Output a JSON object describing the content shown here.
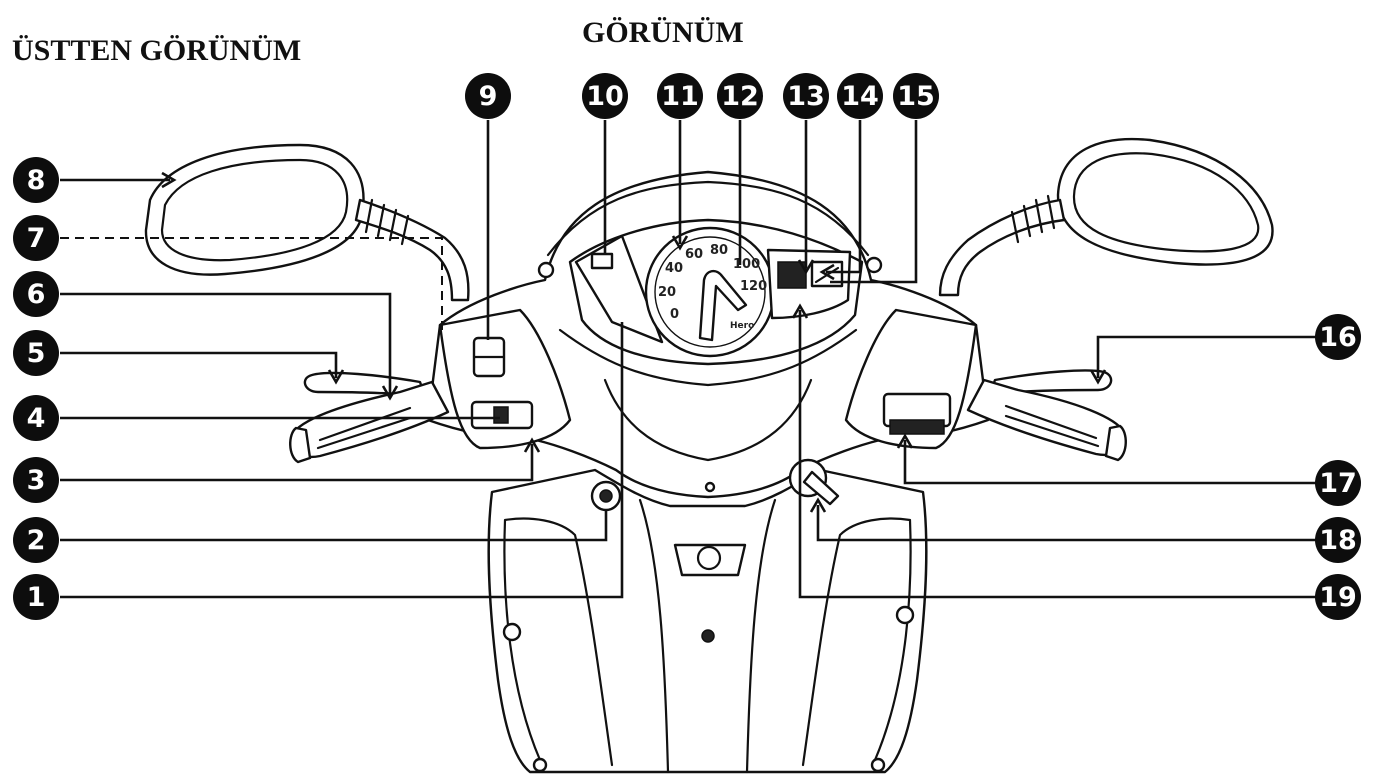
{
  "titles": {
    "top_view": "ÜSTTEN GÖRÜNÜM",
    "view": "GÖRÜNÜM"
  },
  "speedometer": {
    "ticks": [
      "0",
      "20",
      "40",
      "60",
      "80",
      "100",
      "120"
    ],
    "brand": "Hero"
  },
  "callouts": [
    "1",
    "2",
    "3",
    "4",
    "5",
    "6",
    "7",
    "8",
    "9",
    "10",
    "11",
    "12",
    "13",
    "14",
    "15",
    "16",
    "17",
    "18",
    "19"
  ],
  "colors": {
    "ink": "#111111",
    "paper": "#ffffff"
  }
}
